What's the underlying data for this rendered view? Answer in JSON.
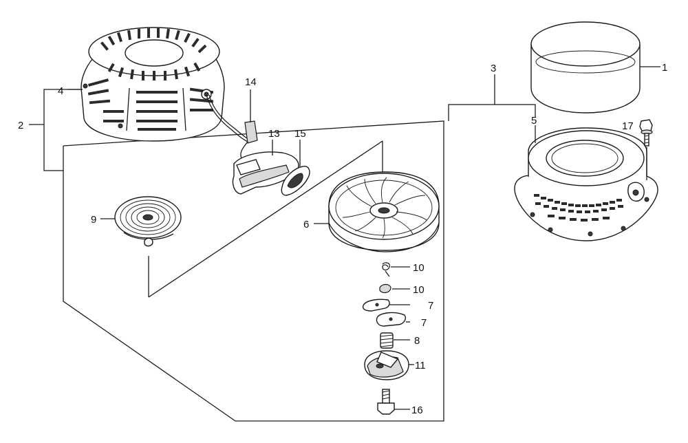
{
  "labels": {
    "p1": "1",
    "p2": "2",
    "p3": "3",
    "p4": "4",
    "p5": "5",
    "p6": "6",
    "p7a": "7",
    "p7b": "7",
    "p8": "8",
    "p9": "9",
    "p10a": "10",
    "p10b": "10",
    "p11": "11",
    "p13": "13",
    "p14": "14",
    "p15": "15",
    "p16": "16",
    "p17": "17"
  },
  "colors": {
    "line": "#1a1a1a",
    "background": "#ffffff",
    "shade": "#d9d9d9"
  }
}
